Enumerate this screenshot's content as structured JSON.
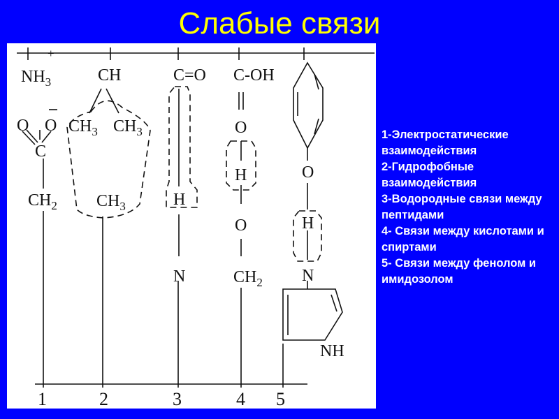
{
  "slide": {
    "title": "Слабые связи"
  },
  "diagram": {
    "labels": {
      "plus": "+",
      "col1_nh3": "NH",
      "col1_nh3_sub": "3",
      "col1_o_left": "O",
      "col1_o_right": "O",
      "col1_c": "C",
      "col1_ch2": "CH",
      "col1_ch2_sub": "2",
      "col2_ch": "CH",
      "col2_ch3_left": "CH",
      "col2_ch3_left_sub": "3",
      "col2_ch3_right": "CH",
      "col2_ch3_right_sub": "3",
      "col2_ch3_bottom": "CH",
      "col2_ch3_bottom_sub": "3",
      "col3_c_eq_o": "C=O",
      "col3_h": "H",
      "col3_n": "N",
      "col4_c_oh": "C-OH",
      "col4_o_top": "O",
      "col4_h": "H",
      "col4_o_bottom": "O",
      "col4_ch2": "CH",
      "col4_ch2_sub": "2",
      "col5_o": "O",
      "col5_h": "H",
      "col5_n": "N",
      "col5_nh": "NH"
    },
    "column_numbers": [
      "1",
      "2",
      "3",
      "4",
      "5"
    ]
  },
  "legend": {
    "items": [
      "1-Электростатические взаимодействия",
      "2-Гидрофобные взаимодействия",
      "3-Водородные связи между пептидами",
      "4- Связи между кислотами и спиртами",
      "5- Связи между фенолом и имидозолом"
    ]
  }
}
